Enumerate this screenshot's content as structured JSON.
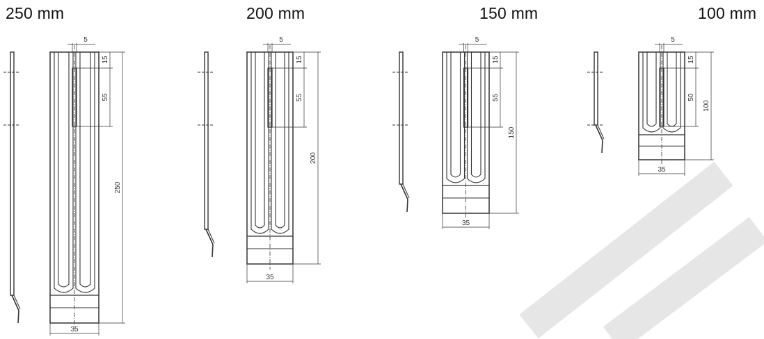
{
  "drawings": [
    {
      "title": "250 mm",
      "length": 250,
      "dims": {
        "slot_width": "5",
        "top_offset": "15",
        "slot_length": "55",
        "overall_length": "250",
        "width": "35"
      }
    },
    {
      "title": "200 mm",
      "length": 200,
      "dims": {
        "slot_width": "5",
        "top_offset": "15",
        "slot_length": "55",
        "overall_length": "200",
        "width": "35"
      }
    },
    {
      "title": "150 mm",
      "length": 150,
      "dims": {
        "slot_width": "5",
        "top_offset": "15",
        "slot_length": "55",
        "overall_length": "150",
        "width": "35"
      }
    },
    {
      "title": "100 mm",
      "length": 100,
      "dims": {
        "slot_width": "5",
        "top_offset": "15",
        "slot_length": "50",
        "overall_length": "100",
        "width": "35"
      }
    }
  ],
  "colors": {
    "line": "#333333",
    "watermark": "#e6e6e6"
  }
}
